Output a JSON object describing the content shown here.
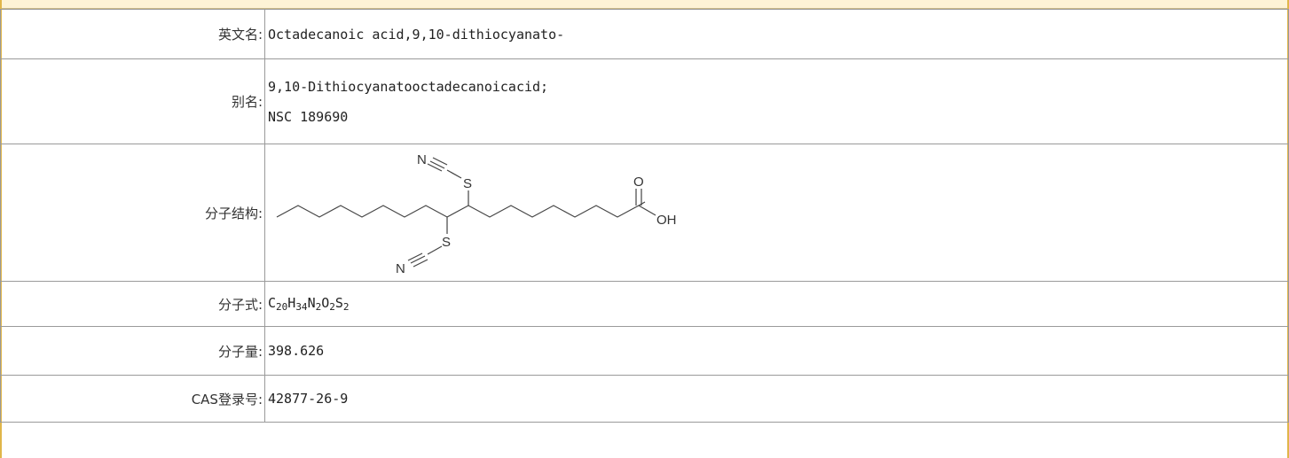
{
  "rows": {
    "english_name": {
      "label": "英文名:",
      "value": "Octadecanoic acid,9,10-dithiocyanato-"
    },
    "aliases": {
      "label": "别名:",
      "values": [
        "9,10-Dithiocyanatooctadecanoicacid;",
        "NSC 189690"
      ]
    },
    "structure": {
      "label": "分子结构:",
      "atoms": {
        "n_top": "N",
        "s_top": "S",
        "o": "O",
        "oh": "OH",
        "s_bottom": "S",
        "n_bottom": "N"
      }
    },
    "formula": {
      "label": "分子式:",
      "parts": [
        {
          "el": "C",
          "n": "20"
        },
        {
          "el": "H",
          "n": "34"
        },
        {
          "el": "N",
          "n": "2"
        },
        {
          "el": "O",
          "n": "2"
        },
        {
          "el": "S",
          "n": "2"
        }
      ]
    },
    "molecular_weight": {
      "label": "分子量:",
      "value": "398.626"
    },
    "cas": {
      "label": "CAS登录号:",
      "value": "42877-26-9"
    }
  }
}
